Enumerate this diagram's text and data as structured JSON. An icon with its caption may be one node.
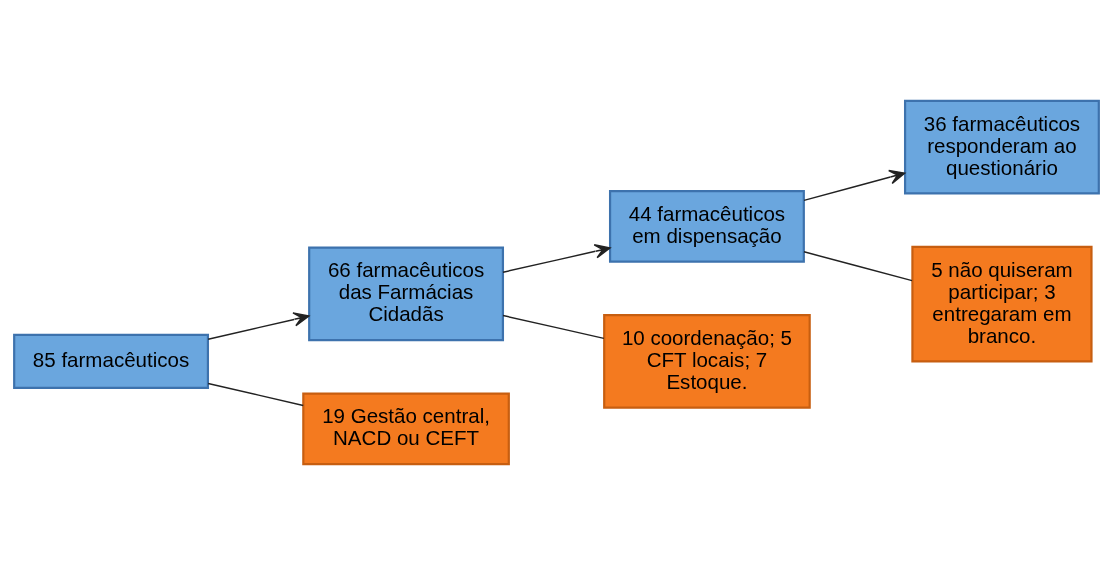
{
  "diagram": {
    "nodes": [
      {
        "text": [
          "85 farmacêuticos"
        ]
      },
      {
        "text": [
          "66 farmacêuticos das Farmácias Cidadãs"
        ]
      },
      {
        "text": [
          "44 farmacêuticos em dispensação"
        ]
      },
      {
        "text": [
          "36 farmacêuticos responderam ao questionário"
        ]
      },
      {
        "text": [
          "10 coordenação; 5 CFT locais; 7 Estoque."
        ]
      },
      {
        "text": [
          "19 Gestão central, NACD ou CEFT"
        ]
      },
      {
        "text": [
          "5 não quiseram participar; 3 entregaram em branco."
        ]
      }
    ],
    "edges": [
      {
        "from": 0,
        "to": 1,
        "arrow": "to"
      },
      {
        "from": 0,
        "to": 5,
        "arrow": "none"
      },
      {
        "from": 1,
        "to": 2,
        "arrow": "to"
      },
      {
        "from": 1,
        "to": 4,
        "arrow": "none"
      },
      {
        "from": 2,
        "to": 3,
        "arrow": "to"
      },
      {
        "from": 2,
        "to": 6,
        "arrow": "none"
      }
    ]
  }
}
